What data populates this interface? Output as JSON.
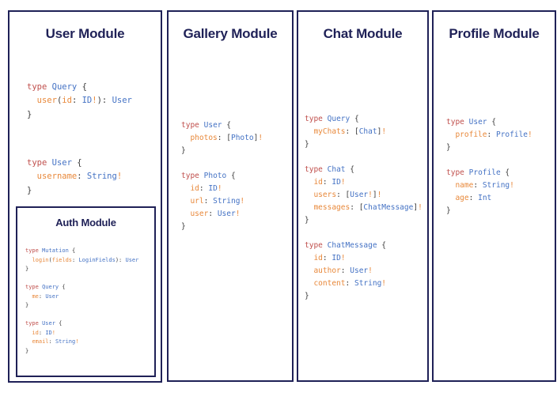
{
  "theme": {
    "background": "#ffffff",
    "panel_border": "#1f2157",
    "title_color": "#1f2157",
    "keyword_color": "#c0504d",
    "type_color": "#4472c4",
    "field_color": "#e8883a",
    "punct_color": "#3b3b3b"
  },
  "panels": [
    {
      "id": "user",
      "title": "User Module",
      "blocks": [
        "type Query {\n  user(id: ID!): User\n}",
        "type User {\n  username: String!\n}"
      ],
      "nested": {
        "id": "auth",
        "title": "Auth Module",
        "blocks": [
          "type Mutation {\n  login(fields: LoginFields): User\n}",
          "type Query {\n  me: User\n}",
          "type User {\n  id: ID!\n  email: String!\n}"
        ]
      }
    },
    {
      "id": "gallery",
      "title": "Gallery Module",
      "blocks": [
        "type User {\n  photos: [Photo]!\n}",
        "type Photo {\n  id: ID!\n  url: String!\n  user: User!\n}"
      ]
    },
    {
      "id": "chat",
      "title": "Chat Module",
      "blocks": [
        "type Query {\n  myChats: [Chat]!\n}",
        "type Chat {\n  id: ID!\n  users: [User!]!\n  messages: [ChatMessage]!\n}",
        "type ChatMessage {\n  id: ID!\n  author: User!\n  content: String!\n}"
      ]
    },
    {
      "id": "profile",
      "title": "Profile Module",
      "blocks": [
        "type User {\n  profile: Profile!\n}",
        "type Profile {\n  name: String!\n  age: Int\n}"
      ]
    }
  ],
  "user": {
    "title": "User Module",
    "code_1": "type Query {\n  user(id: ID!): User\n}",
    "code_2": "type User {\n  username: String!\n}"
  },
  "auth": {
    "title": "Auth Module",
    "code": "type Mutation {\n  login(fields: LoginFields): User\n}\n\ntype Query {\n  me: User\n}\n\ntype User {\n  id: ID!\n  email: String!\n}"
  },
  "gallery": {
    "title": "Gallery Module",
    "code": "type User {\n  photos: [Photo]!\n}\n\ntype Photo {\n  id: ID!\n  url: String!\n  user: User!\n}"
  },
  "chat": {
    "title": "Chat Module",
    "code": "type Query {\n  myChats: [Chat]!\n}\n\ntype Chat {\n  id: ID!\n  users: [User!]!\n  messages: [ChatMessage]!\n}\n\ntype ChatMessage {\n  id: ID!\n  author: User!\n  content: String!\n}"
  },
  "profile": {
    "title": "Profile Module",
    "code": "type User {\n  profile: Profile!\n}\n\ntype Profile {\n  name: String!\n  age: Int\n}"
  }
}
